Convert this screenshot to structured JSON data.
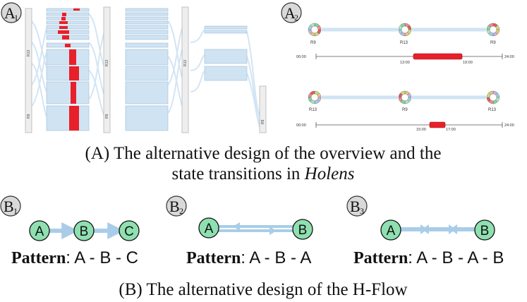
{
  "panels": {
    "a1": {
      "badge_main": "A",
      "badge_sub": "1"
    },
    "a2": {
      "badge_main": "A",
      "badge_sub": "2"
    },
    "b1": {
      "badge_main": "B",
      "badge_sub": "1"
    },
    "b2": {
      "badge_main": "B",
      "badge_sub": "2"
    },
    "b3": {
      "badge_main": "B",
      "badge_sub": "3"
    }
  },
  "overview": {
    "axis_labels": [
      "R13",
      "R9",
      "R13",
      "R9",
      "R13",
      "R9"
    ]
  },
  "transitions": {
    "row1": {
      "nodes": [
        "R9",
        "R13",
        "R9"
      ],
      "axis_start": "00:00",
      "axis_end": "24:00",
      "range_start_label": "13:00",
      "range_end_label": "19:00"
    },
    "row2": {
      "nodes": [
        "R13",
        "R9",
        "R13"
      ],
      "axis_start": "00:00",
      "axis_end": "24:00",
      "range_start_label": "15:00",
      "range_end_label": "17:00"
    }
  },
  "captions": {
    "a_line1": "(A) The alternative design of the overview and the",
    "a_line2_prefix": "state transitions in ",
    "a_line2_italic": "Holens",
    "b": "(B) The alternative design of the H-Flow"
  },
  "hflow": {
    "b1": {
      "nodes": [
        "A",
        "B",
        "C"
      ],
      "pattern_bold": "Pattern",
      "pattern_rest": ": A - B - C"
    },
    "b2": {
      "nodes": [
        "A",
        "B"
      ],
      "pattern_bold": "Pattern",
      "pattern_rest": ": A - B - A"
    },
    "b3": {
      "nodes": [
        "A",
        "B"
      ],
      "pattern_bold": "Pattern",
      "pattern_rest": ": A - B - A - B"
    }
  },
  "colors": {
    "node_fill": "#8fe0b0",
    "edge": "#a9cde8",
    "bar_fill": "#cfe3f3",
    "highlight": "#e8202a",
    "badge_fill": "#d9d9d9"
  }
}
